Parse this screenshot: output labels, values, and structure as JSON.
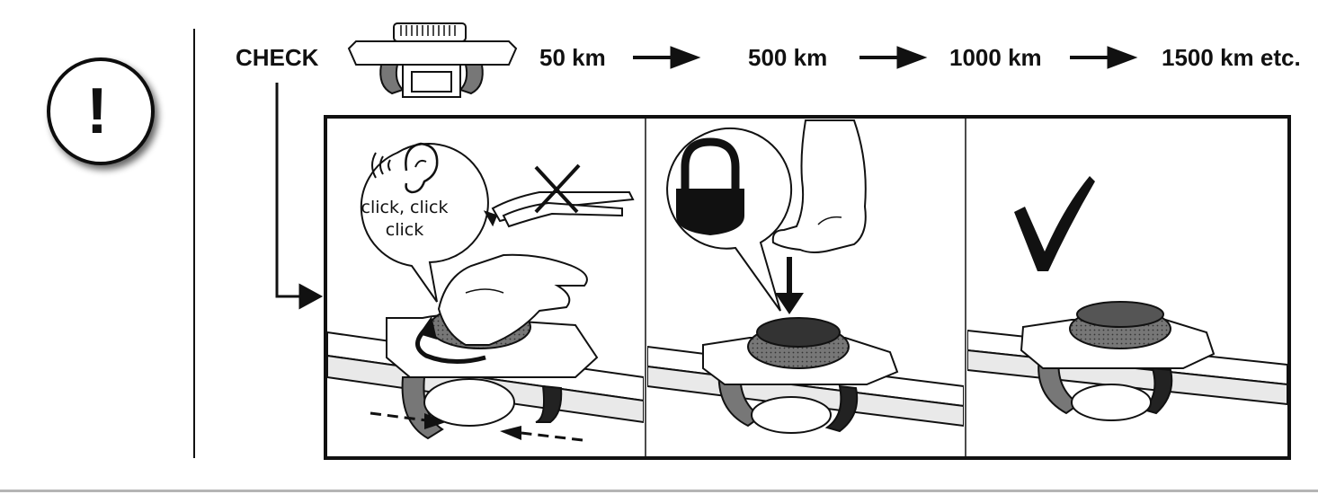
{
  "header": {
    "check_label": "CHECK",
    "distances": [
      "50 km",
      "500 km",
      "1000 km",
      "1500 km  etc."
    ]
  },
  "warning": {
    "glyph": "!",
    "icon": "exclamation-circle-icon"
  },
  "panels": {
    "step1": {
      "bubble_line1": "click, click",
      "bubble_line2": "click",
      "icons": [
        "sound-waves-icon",
        "ear-icon",
        "pliers-crossed-icon",
        "rotate-arrow-icon"
      ]
    },
    "step2": {
      "icons": [
        "padlock-icon",
        "hand-press-icon",
        "down-arrow-icon"
      ]
    },
    "step3": {
      "icons": [
        "checkmark-icon"
      ]
    }
  },
  "colors": {
    "ink": "#111111",
    "grey": "#8a8a8a",
    "light": "#e6e6e6",
    "footer_rule": "#b5b5b5"
  }
}
